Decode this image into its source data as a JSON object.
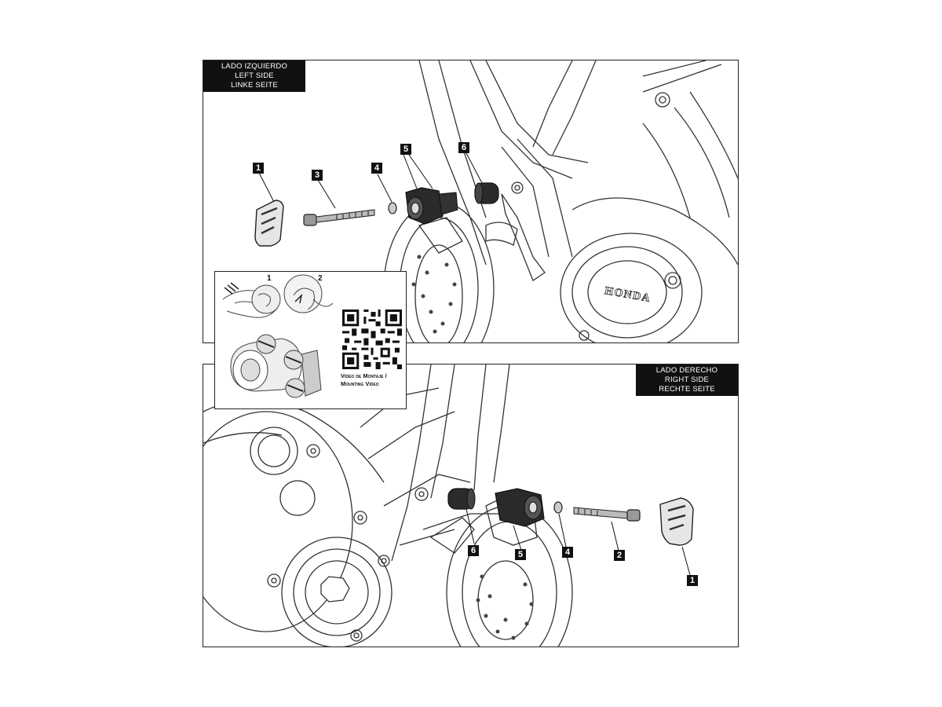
{
  "diagram": {
    "left_side": {
      "label_es": "LADO IZQUIERDO",
      "label_en": "LEFT SIDE",
      "label_de": "LINKE SEITE",
      "callouts": [
        "1",
        "3",
        "4",
        "5",
        "6"
      ]
    },
    "right_side": {
      "label_es": "LADO DERECHO",
      "label_en": "RIGHT SIDE",
      "label_de": "RECHTE SEITE",
      "callouts": [
        "6",
        "5",
        "4",
        "2",
        "1"
      ]
    },
    "engine_cover_brand": "HONDA",
    "inset": {
      "step1": "1",
      "step2": "2",
      "qr_caption_line1": "Video de Montaje /",
      "qr_caption_line2": "Mounting Video"
    }
  }
}
